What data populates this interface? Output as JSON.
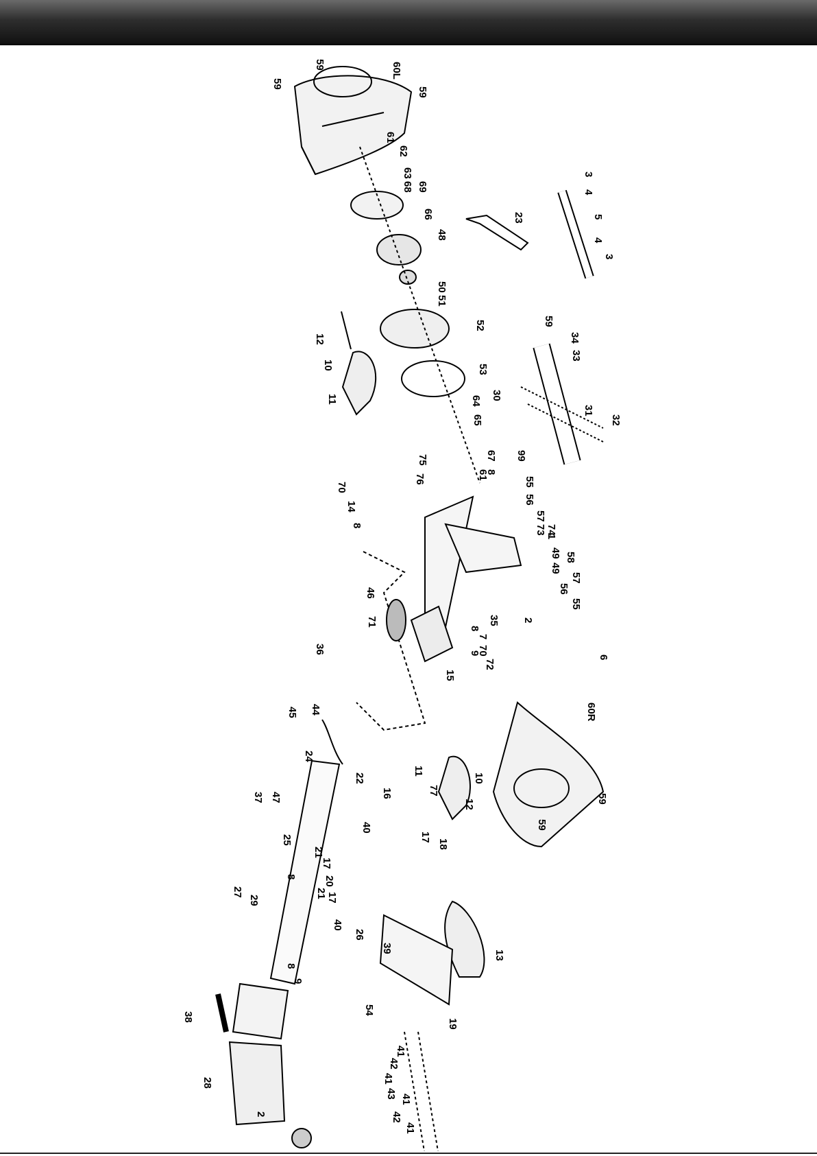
{
  "diagram": {
    "orientation": "rotated-90",
    "part_labels": [
      "59",
      "59",
      "60L",
      "59",
      "61",
      "62",
      "63",
      "68",
      "69",
      "66",
      "48",
      "23",
      "3",
      "4",
      "5",
      "4",
      "3",
      "50",
      "51",
      "52",
      "12",
      "10",
      "11",
      "59",
      "34",
      "33",
      "53",
      "30",
      "64",
      "65",
      "31",
      "32",
      "75",
      "76",
      "67",
      "8",
      "99",
      "70",
      "14",
      "8",
      "61",
      "55",
      "56",
      "57",
      "73",
      "74",
      "1",
      "58",
      "49",
      "49",
      "57",
      "56",
      "55",
      "46",
      "71",
      "35",
      "2",
      "8",
      "7",
      "9",
      "70",
      "72",
      "6",
      "15",
      "36",
      "60R",
      "11",
      "44",
      "45",
      "24",
      "22",
      "10",
      "77",
      "59",
      "59",
      "37",
      "47",
      "16",
      "12",
      "40",
      "25",
      "17",
      "18",
      "21",
      "17",
      "20",
      "17",
      "21",
      "40",
      "8",
      "27",
      "29",
      "26",
      "39",
      "13",
      "8",
      "9",
      "54",
      "38",
      "19",
      "28",
      "41",
      "42",
      "41",
      "43",
      "41",
      "42",
      "41",
      "2"
    ]
  }
}
